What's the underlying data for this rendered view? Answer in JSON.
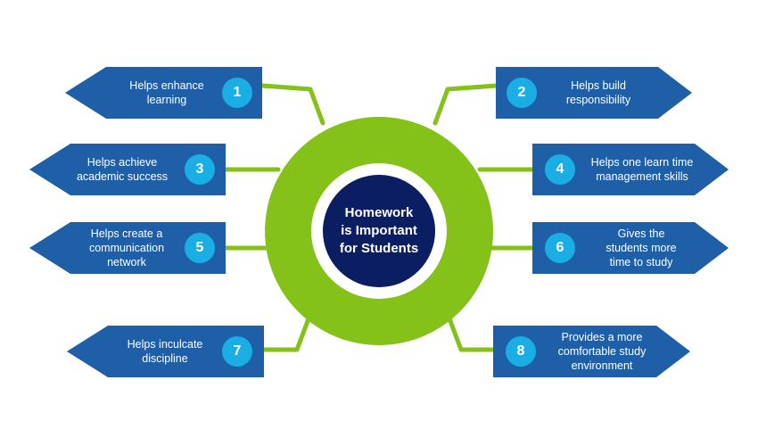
{
  "center_title": "Homework\nis Important\nfor Students",
  "colors": {
    "ring": "#84c219",
    "center": "#0b1e61",
    "card": "#1f5fa8",
    "badge": "#1aaee5",
    "text": "#ffffff"
  },
  "reasons": [
    {
      "number": "1",
      "text": "Helps enhance\nlearning"
    },
    {
      "number": "2",
      "text": "Helps build\nresponsibility"
    },
    {
      "number": "3",
      "text": "Helps achieve\nacademic success"
    },
    {
      "number": "4",
      "text": "Helps one learn time\nmanagement skills"
    },
    {
      "number": "5",
      "text": "Helps create a\ncommunication\nnetwork"
    },
    {
      "number": "6",
      "text": "Gives the\nstudents more\ntime to study"
    },
    {
      "number": "7",
      "text": "Helps inculcate\ndiscipline"
    },
    {
      "number": "8",
      "text": "Provides a more\ncomfortable study\nenvironment"
    }
  ]
}
